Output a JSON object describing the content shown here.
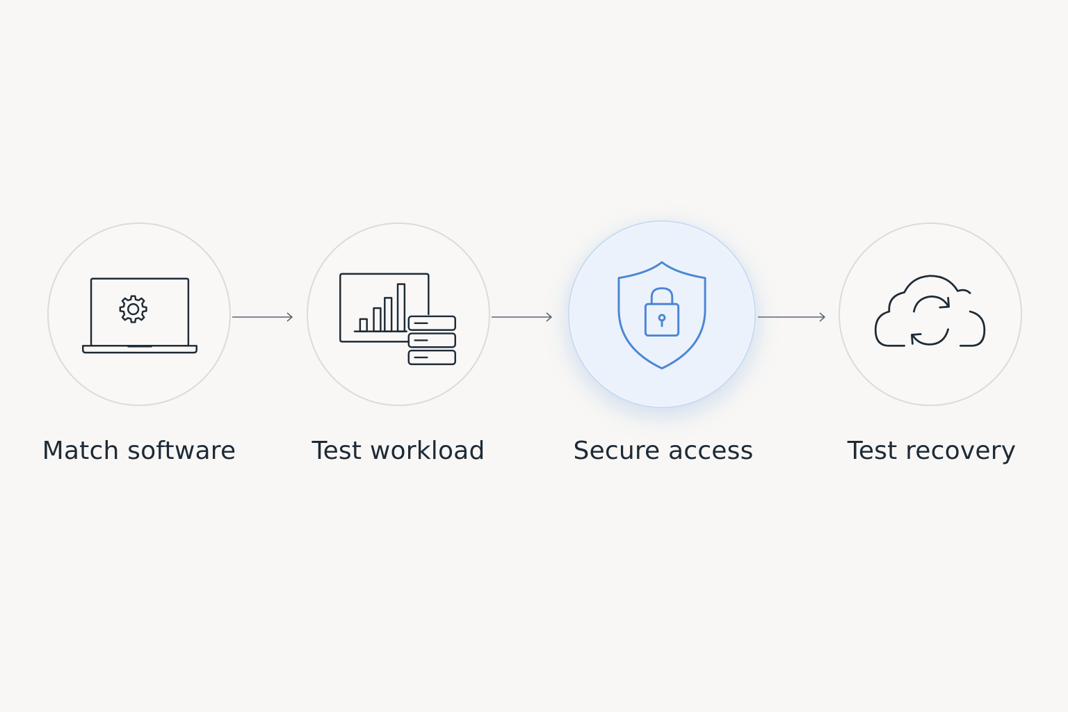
{
  "steps": [
    {
      "label": "Match software",
      "icon": "laptop-gear-icon",
      "active": false
    },
    {
      "label": "Test workload",
      "icon": "chart-server-icon",
      "active": false
    },
    {
      "label": "Secure access",
      "icon": "shield-lock-icon",
      "active": true
    },
    {
      "label": "Test recovery",
      "icon": "cloud-sync-icon",
      "active": false
    }
  ],
  "colors": {
    "background": "#f8f7f5",
    "icon_stroke": "#1e2a36",
    "accent": "#4a86d4",
    "circle_border": "#dcdbd8",
    "active_fill": "#ebf2fc"
  }
}
